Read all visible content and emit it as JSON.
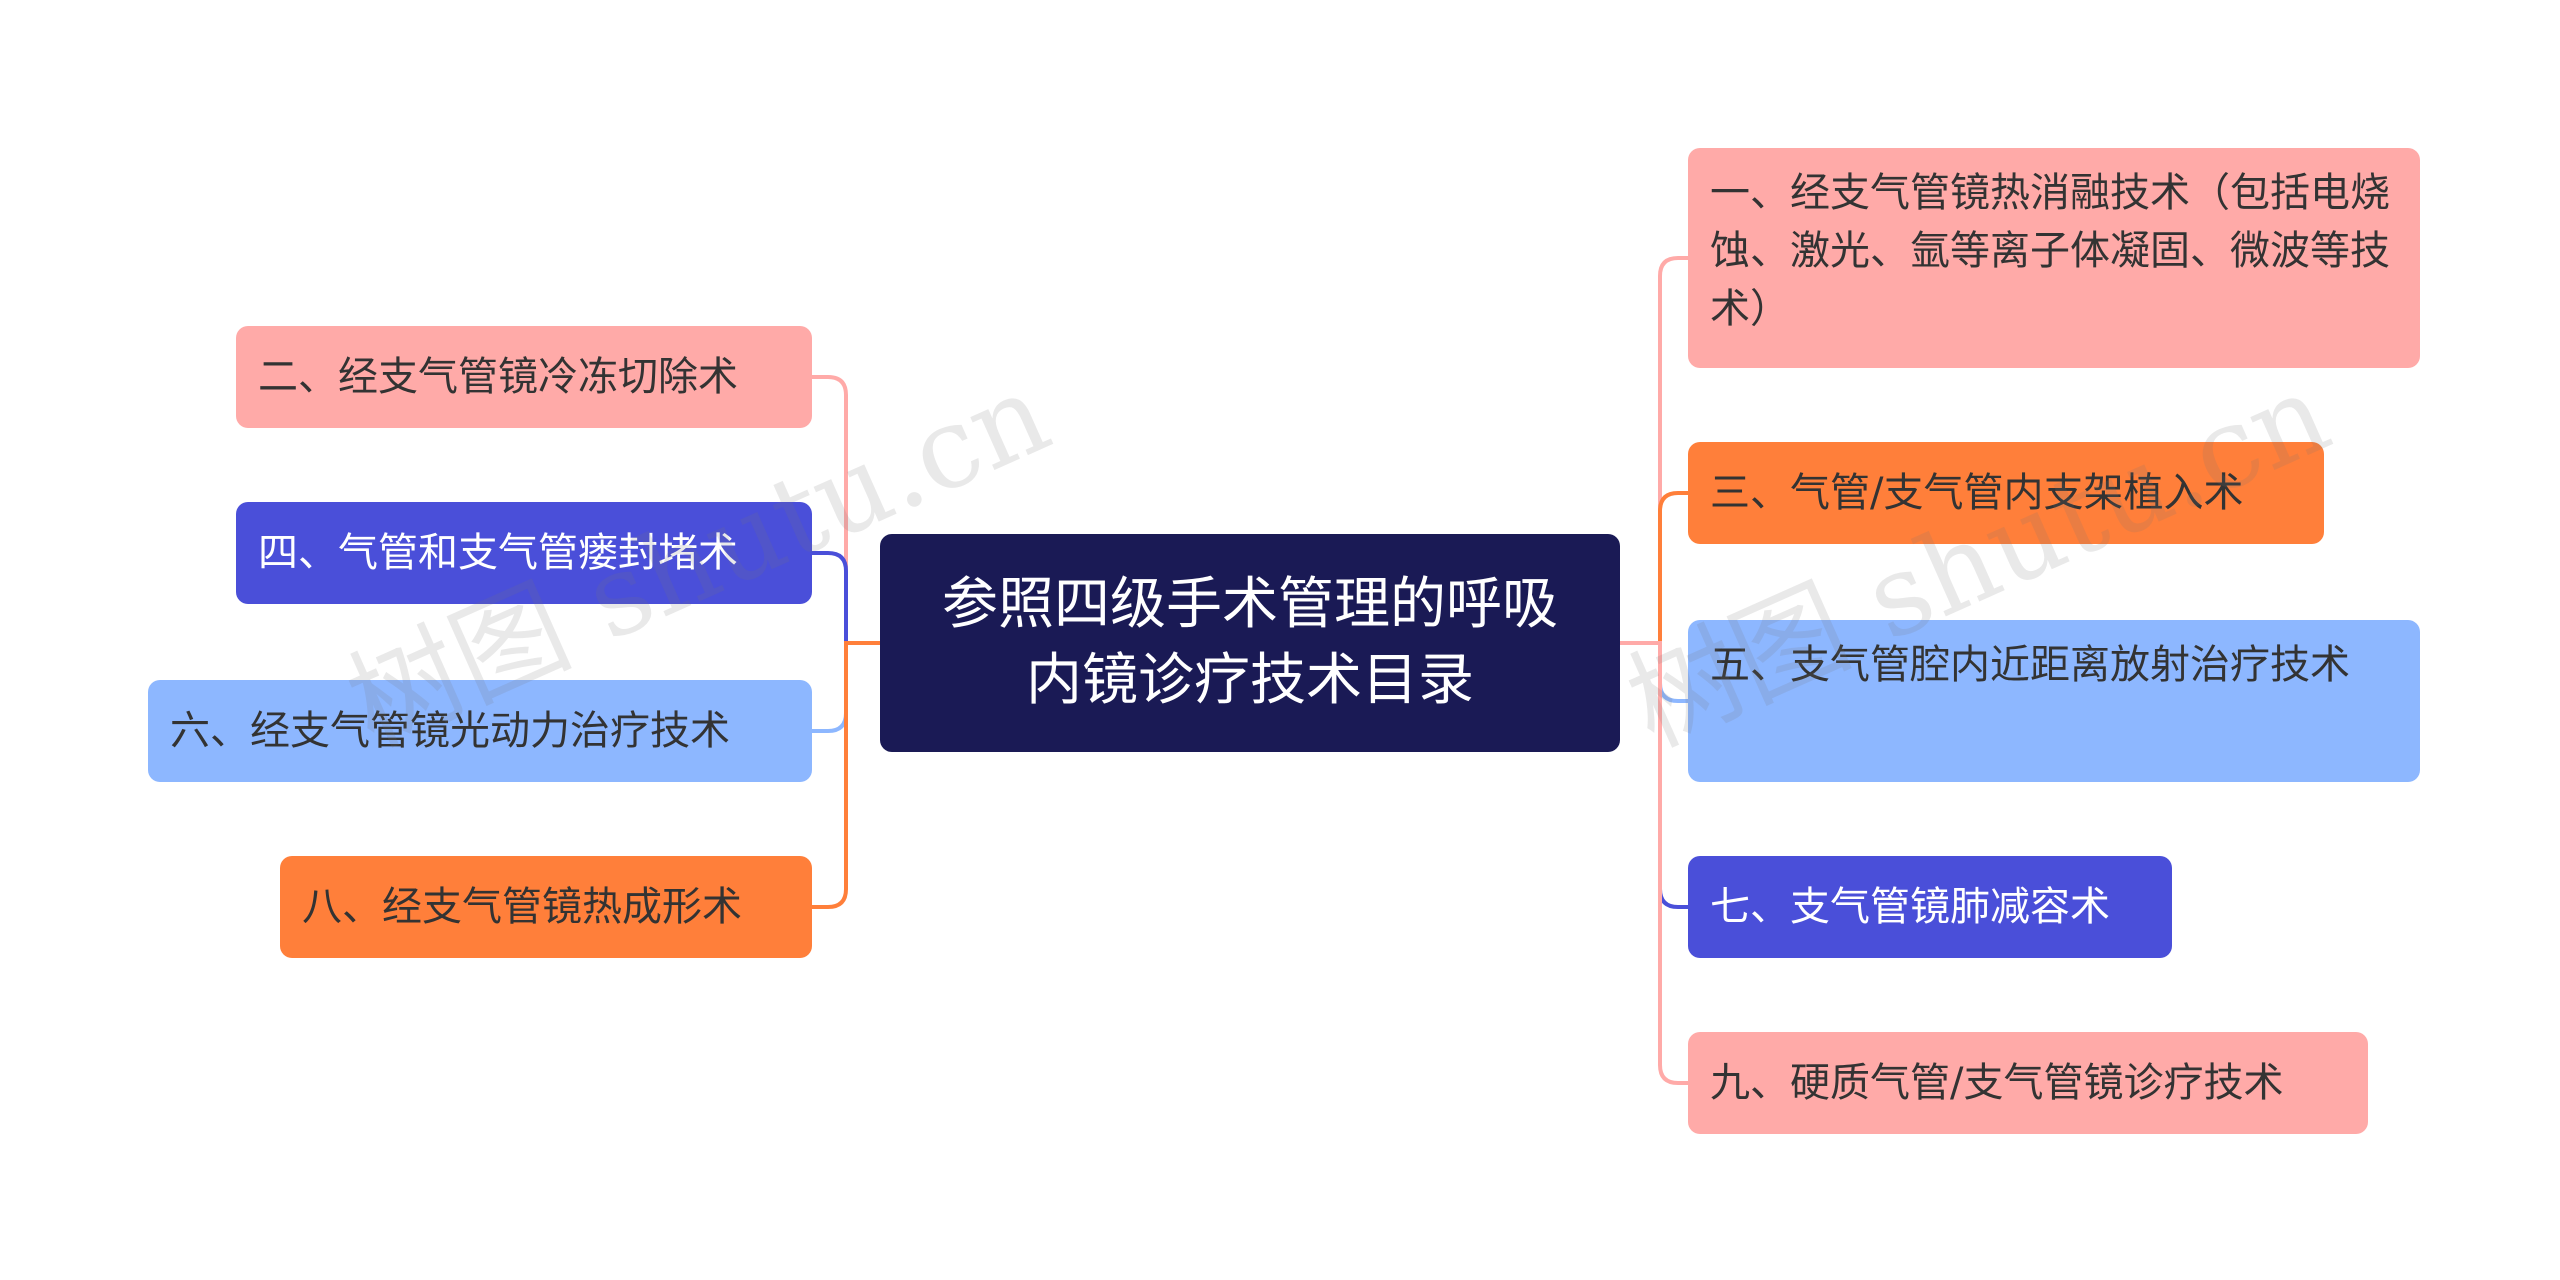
{
  "root": {
    "label": "参照四级手术管理的呼吸内镜诊疗技术目录"
  },
  "colors": {
    "root": "#1a1a55",
    "pink": "#ffaaa8",
    "orange": "#ff7f3a",
    "indigo": "#4a4fd9",
    "blue": "#8db7ff"
  },
  "left_branches": [
    {
      "label": "二、经支气管镜冷冻切除术",
      "color": "pink"
    },
    {
      "label": "四、气管和支气管瘘封堵术",
      "color": "indigo"
    },
    {
      "label": "六、经支气管镜光动力治疗技术",
      "color": "blue"
    },
    {
      "label": "八、经支气管镜热成形术",
      "color": "orange"
    }
  ],
  "right_branches": [
    {
      "label": "一、经支气管镜热消融技术（包括电烧蚀、激光、氩等离子体凝固、微波等技术）",
      "color": "pink"
    },
    {
      "label": "三、气管/支气管内支架植入术",
      "color": "orange"
    },
    {
      "label": "五、支气管腔内近距离放射治疗技术",
      "color": "blue"
    },
    {
      "label": "七、支气管镜肺减容术",
      "color": "indigo"
    },
    {
      "label": "九、硬质气管/支气管镜诊疗技术",
      "color": "pink"
    }
  ],
  "watermarks": [
    "树图 shutu.cn",
    "树图 shutu.cn"
  ]
}
